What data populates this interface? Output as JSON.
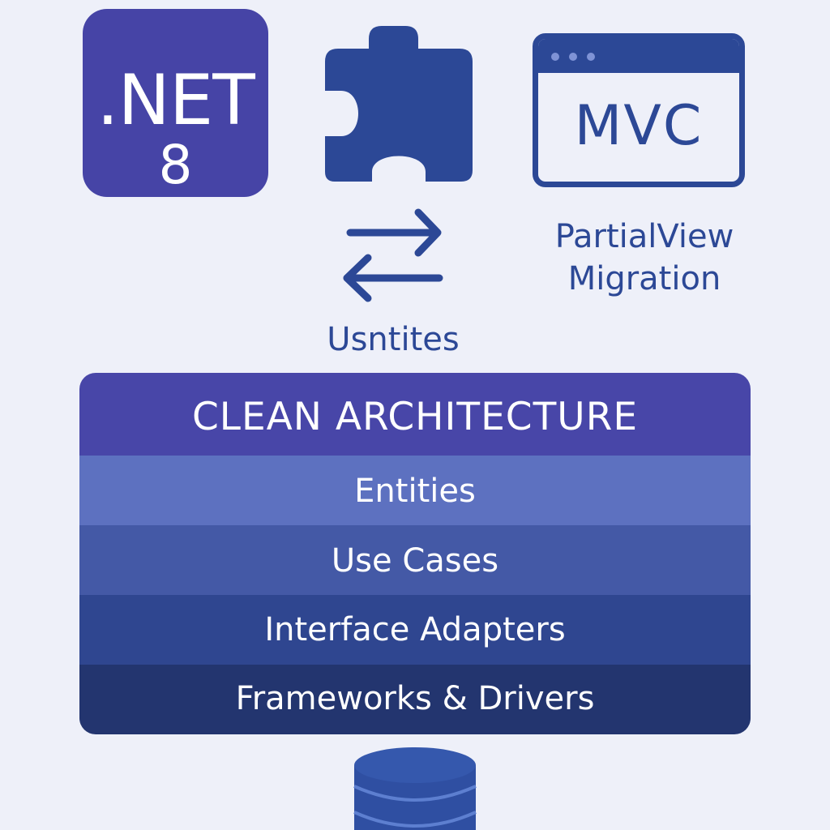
{
  "badge": {
    "line1": ".NET",
    "line2": "8",
    "color": "#4644a6"
  },
  "icons": {
    "puzzle": "puzzle-piece-icon",
    "sync": "sync-arrows-icon",
    "database": "database-icon",
    "window": "browser-window-icon"
  },
  "mvc": {
    "label": "MVC"
  },
  "partial_view": {
    "line1": "PartialView",
    "line2": "Migration"
  },
  "sync_caption": "Usntites",
  "architecture": {
    "title": "CLEAN ARCHITECTURE",
    "layers": [
      {
        "label": "Entities",
        "color": "#5d71c0"
      },
      {
        "label": "Use Cases",
        "color": "#4459a6"
      },
      {
        "label": "Interface Adapters",
        "color": "#2f4690"
      },
      {
        "label": "Frameworks & Drivers",
        "color": "#23356f"
      }
    ]
  },
  "colors": {
    "background": "#eef0f9",
    "primary": "#2c4896",
    "accent": "#4846a8"
  }
}
